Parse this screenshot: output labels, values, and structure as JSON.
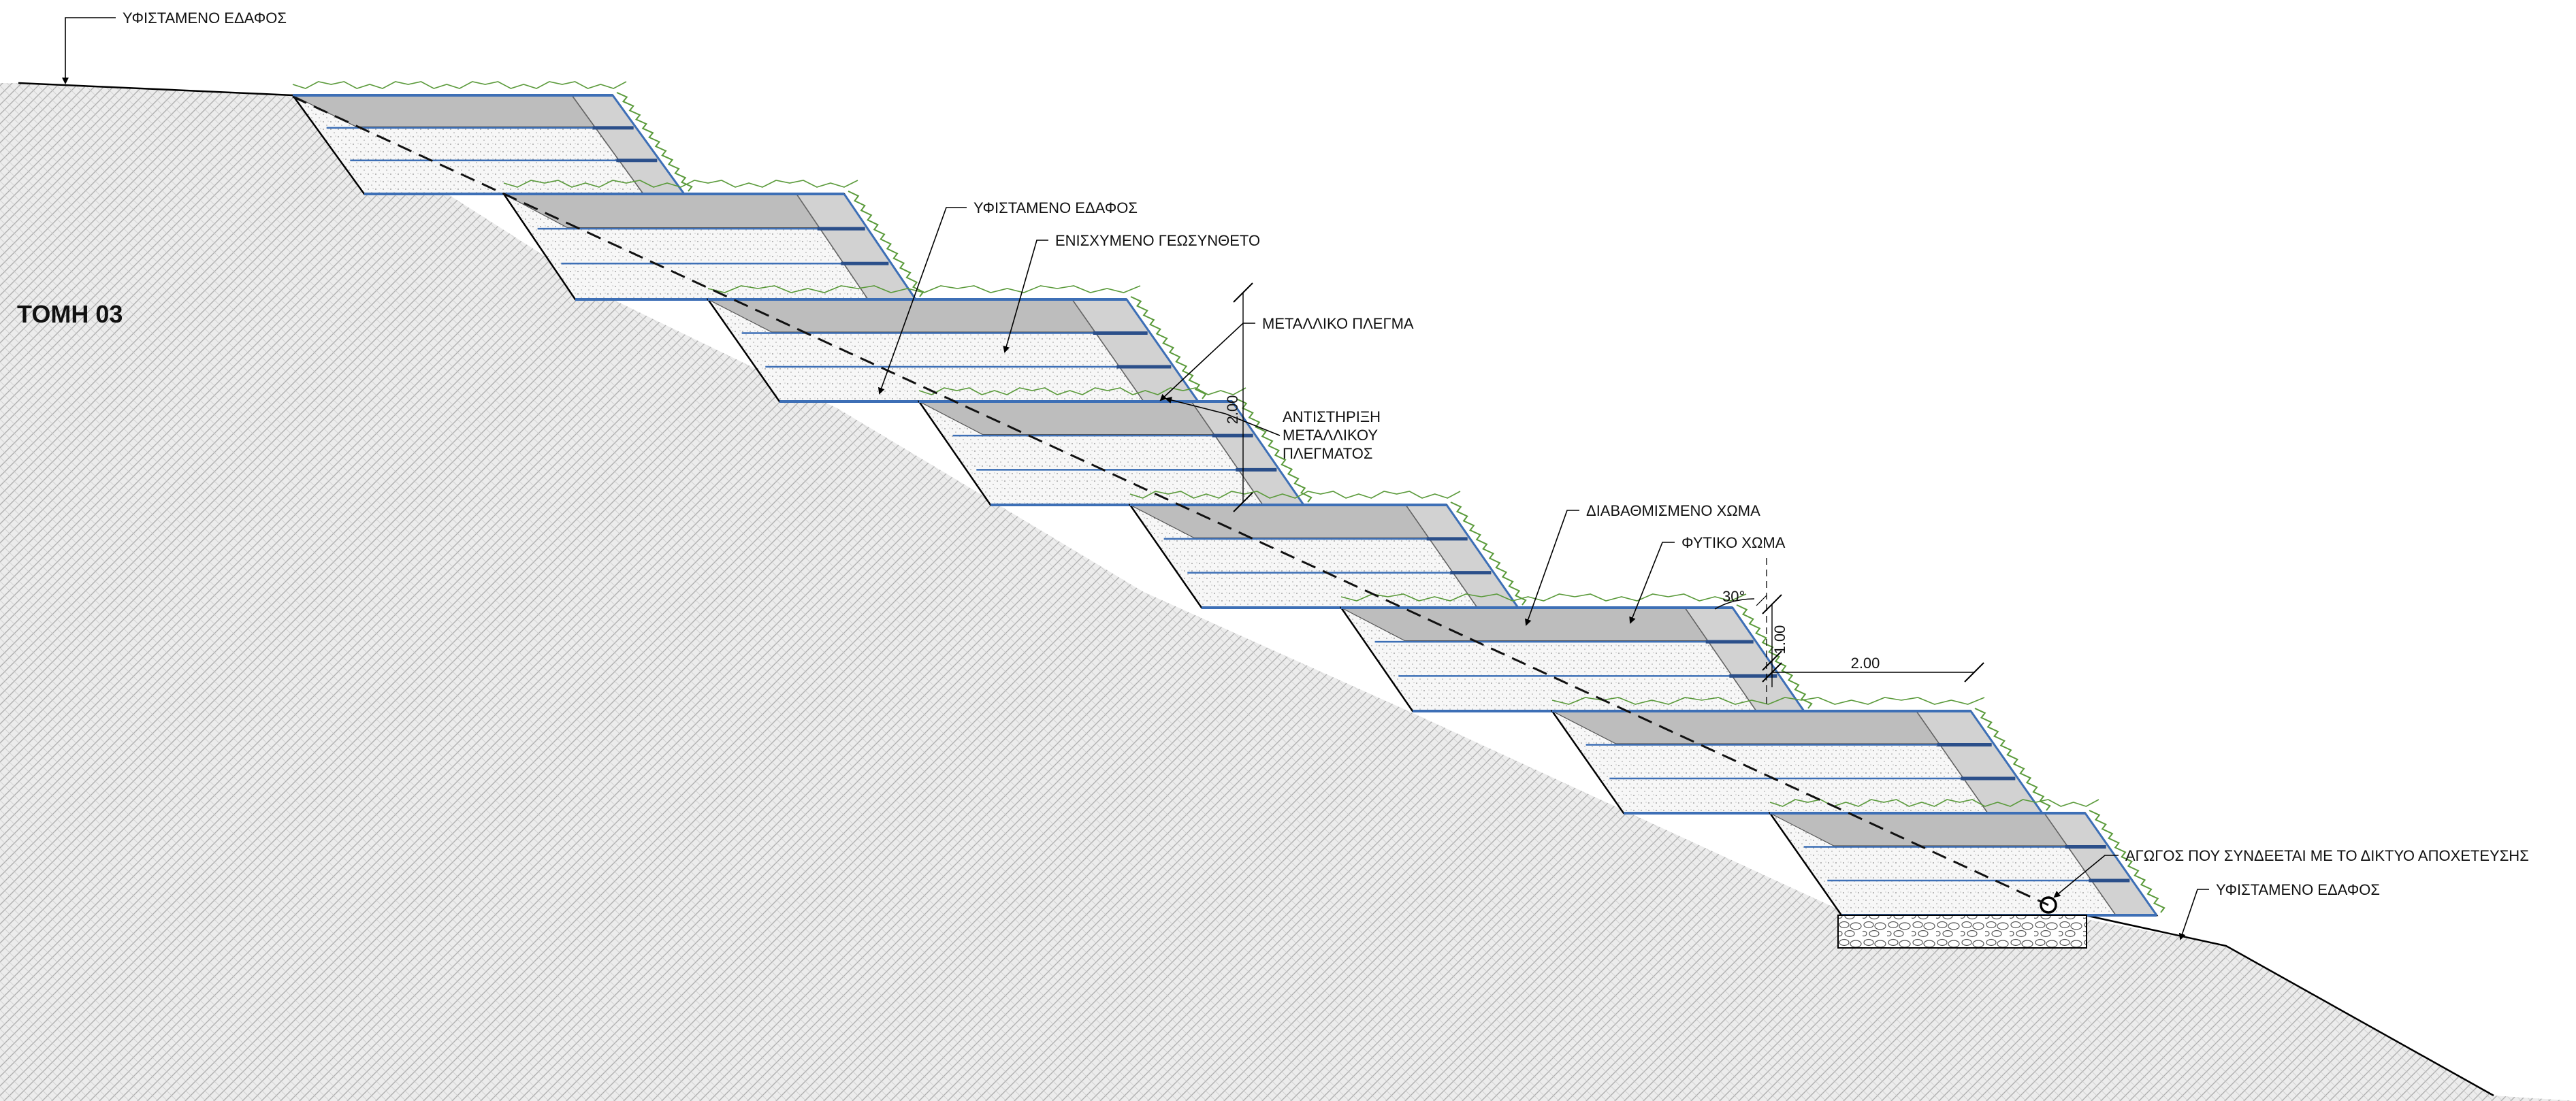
{
  "section_title": "ΤΟΜΗ 03",
  "labels": {
    "existing_ground_top": "ΥΦΙΣΤΑΜΕΝΟ ΕΔΑΦΟΣ",
    "existing_ground_mid": "ΥΦΙΣΤΑΜΕΝΟ ΕΔΑΦΟΣ",
    "reinforced_geocomposite": "ΕΝΙΣΧΥΜΕΝΟ ΓΕΩΣΥΝΘΕΤΟ",
    "metal_mesh": "ΜΕΤΑΛΛΙΚΟ ΠΛΕΓΜΑ",
    "mesh_support_line1": "ΑΝΤΙΣΤΗΡΙΞΗ",
    "mesh_support_line2": "ΜΕΤΑΛΛΙΚΟΥ",
    "mesh_support_line3": "ΠΛΕΓΜΑΤΟΣ",
    "graded_soil": "ΔΙΑΒΑΘΜΙΣΜΕΝΟ ΧΩΜΑ",
    "topsoil": "ΦΥΤΙΚΟ ΧΩΜΑ",
    "drain_pipe": "ΑΓΩΓΟΣ ΠΟΥ ΣΥΝΔΕΕΤΑΙ ΜΕ ΤΟ ΔΙΚΤΥΟ ΑΠΟΧΕΤΕΥΣΗΣ",
    "existing_ground_bottom": "ΥΦΙΣΤΑΜΕΝΟ ΕΔΑΦΟΣ"
  },
  "dimensions": {
    "tier_height": "2.00",
    "sub_height": "1.00",
    "tier_width": "2.00",
    "face_angle": "30°"
  },
  "colors": {
    "ground_hatch": "#b0b0b0",
    "fill_dots": "#d8d8d8",
    "geogrid": "#3d6fb6",
    "vegetation": "#5a9a3a",
    "outline": "#000000"
  }
}
